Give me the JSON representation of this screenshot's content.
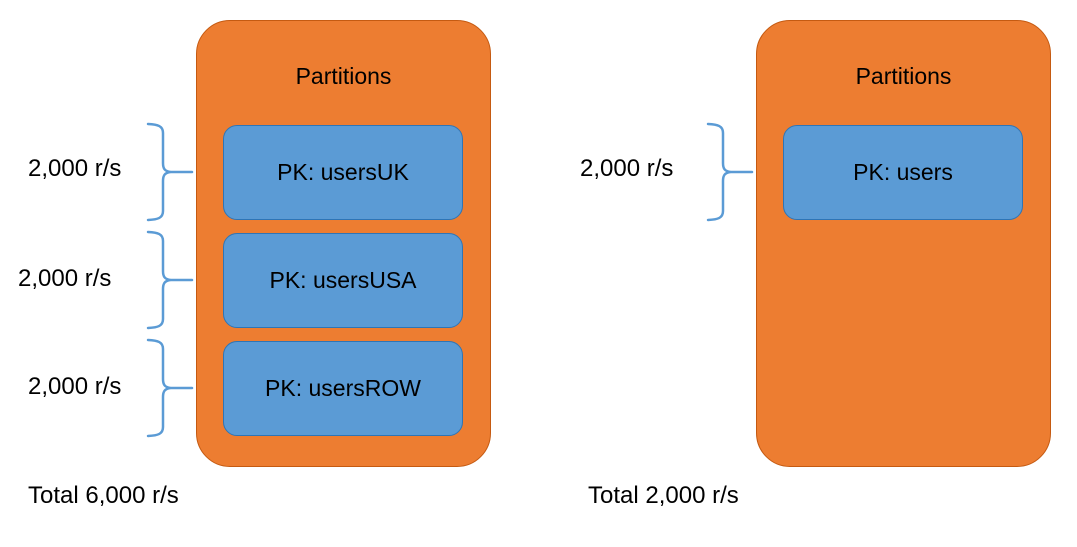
{
  "colors": {
    "partition_container_fill": "#ED7D31",
    "partition_container_stroke": "#C55A11",
    "pk_box_fill": "#5B9BD5",
    "pk_box_stroke": "#2E75B6",
    "brace_stroke": "#5B9BD5",
    "text": "#000000",
    "background": "#FFFFFF"
  },
  "diagrams": [
    {
      "id": "partitioned",
      "container_title": "Partitions",
      "partitions": [
        {
          "label": "PK: usersUK",
          "rate": "2,000 r/s"
        },
        {
          "label": "PK: usersUSA",
          "rate": "2,000 r/s"
        },
        {
          "label": "PK: usersROW",
          "rate": "2,000 r/s"
        }
      ],
      "total": "Total 6,000 r/s"
    },
    {
      "id": "single",
      "container_title": "Partitions",
      "partitions": [
        {
          "label": "PK: users",
          "rate": "2,000 r/s"
        }
      ],
      "total": "Total 2,000 r/s"
    }
  ]
}
